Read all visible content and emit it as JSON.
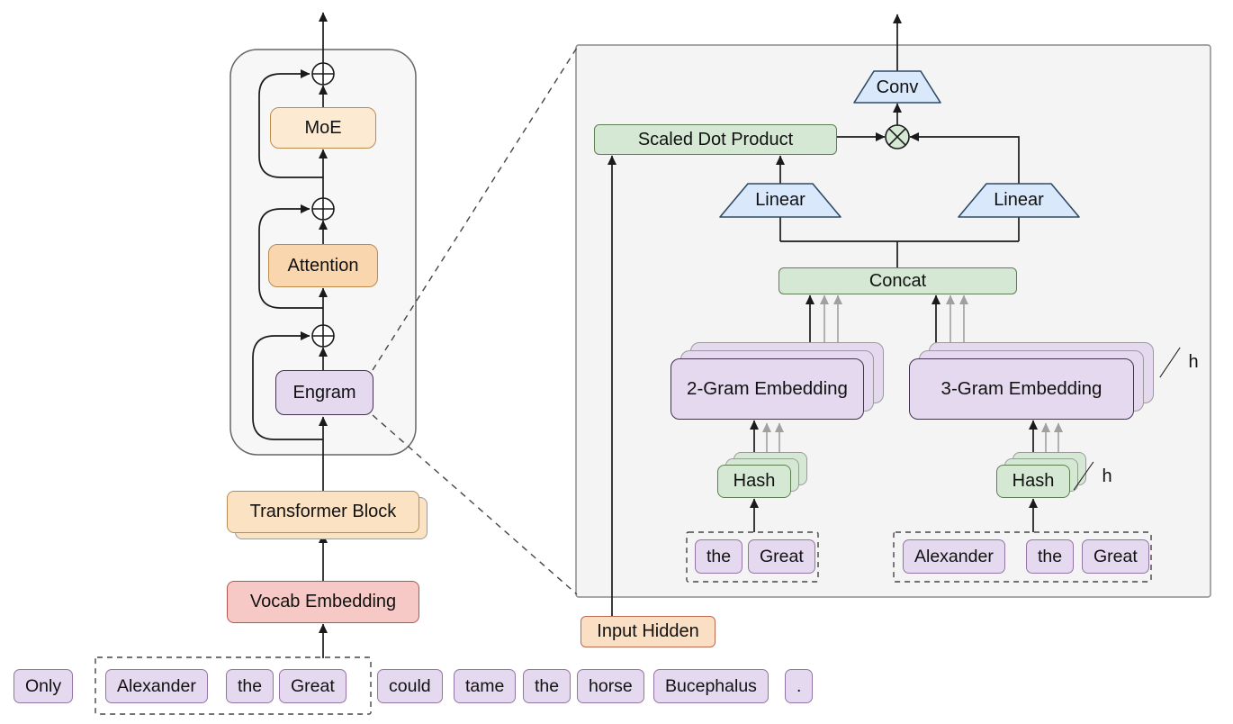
{
  "stack": {
    "moe": "MoE",
    "attention": "Attention",
    "engram": "Engram",
    "transformer_block": "Transformer Block",
    "vocab_embedding": "Vocab Embedding"
  },
  "sentence_tokens": [
    "Only",
    "Alexander",
    "the",
    "Great",
    "could",
    "tame",
    "the",
    "horse",
    "Bucephalus",
    "."
  ],
  "detail": {
    "conv": "Conv",
    "scaled_dot_product": "Scaled Dot Product",
    "linear": "Linear",
    "concat": "Concat",
    "two_gram": "2-Gram Embedding",
    "three_gram": "3-Gram Embedding",
    "hash": "Hash",
    "h": "h",
    "left_tokens": [
      "the",
      "Great"
    ],
    "right_tokens": [
      "Alexander",
      "the",
      "Great"
    ]
  },
  "input_hidden": "Input Hidden",
  "colors": {
    "purple_fill": "#E4D9EE",
    "purple_stroke": "#9673A6",
    "purple_dark": "#44304F",
    "moe_fill": "#FCEAD3",
    "attention_fill": "#F9D6AE",
    "tb_fill": "#FBE2C2",
    "orange_stroke": "#BD8A4E",
    "input_fill": "#FBDFC4",
    "input_stroke": "#BB6A50",
    "red_fill": "#F6C9C6",
    "red_stroke": "#B85450",
    "green_fill": "#D5E8D4",
    "green_stroke": "#5C7E50",
    "blue_fill": "#DAE8FC",
    "blue_stroke": "#2E4A66",
    "panel_fill": "#F4F4F4",
    "panel_stroke": "#8C8C8C",
    "container_fill": "#F7F7F7",
    "container_stroke": "#666666",
    "ghost_stroke": "#9B9B9B",
    "line": "#1A1A1A",
    "gray_line": "#A0A0A0",
    "text": "#111111"
  }
}
